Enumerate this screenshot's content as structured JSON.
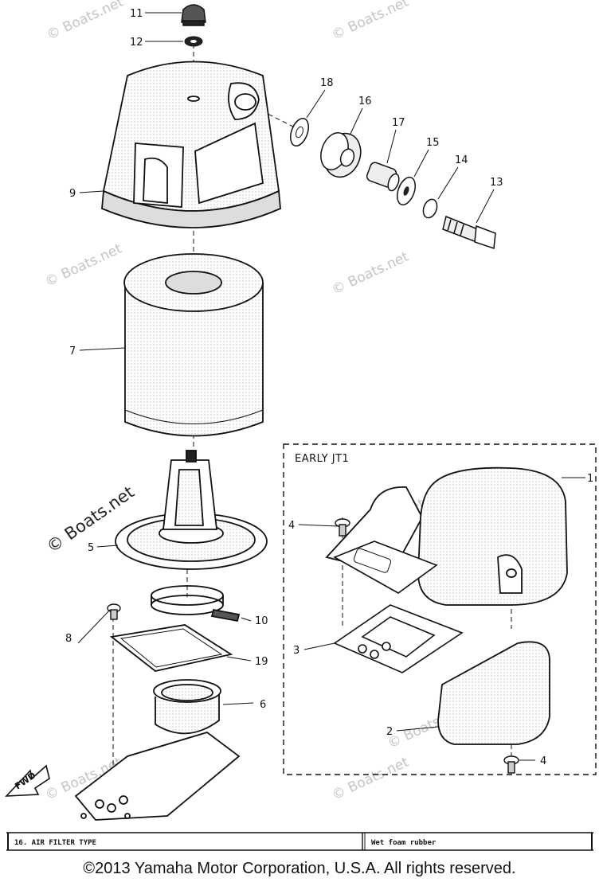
{
  "callouts": {
    "c1": "1",
    "c2": "2",
    "c3": "3",
    "c4a": "4",
    "c4b": "4",
    "c5": "5",
    "c6": "6",
    "c7": "7",
    "c8": "8",
    "c9": "9",
    "c10": "10",
    "c11": "11",
    "c12": "12",
    "c13": "13",
    "c14": "14",
    "c15": "15",
    "c16": "16",
    "c17": "17",
    "c18": "18",
    "c19": "19"
  },
  "inset_label": "EARLY JT1",
  "fwd_label": "FWD",
  "watermark": "© Boats.net",
  "table": {
    "row_label": "16.  AIR FILTER TYPE",
    "row_value": "Wet foam rubber"
  },
  "copyright": "©2013 Yamaha Motor Corporation, U.S.A. All rights reserved."
}
